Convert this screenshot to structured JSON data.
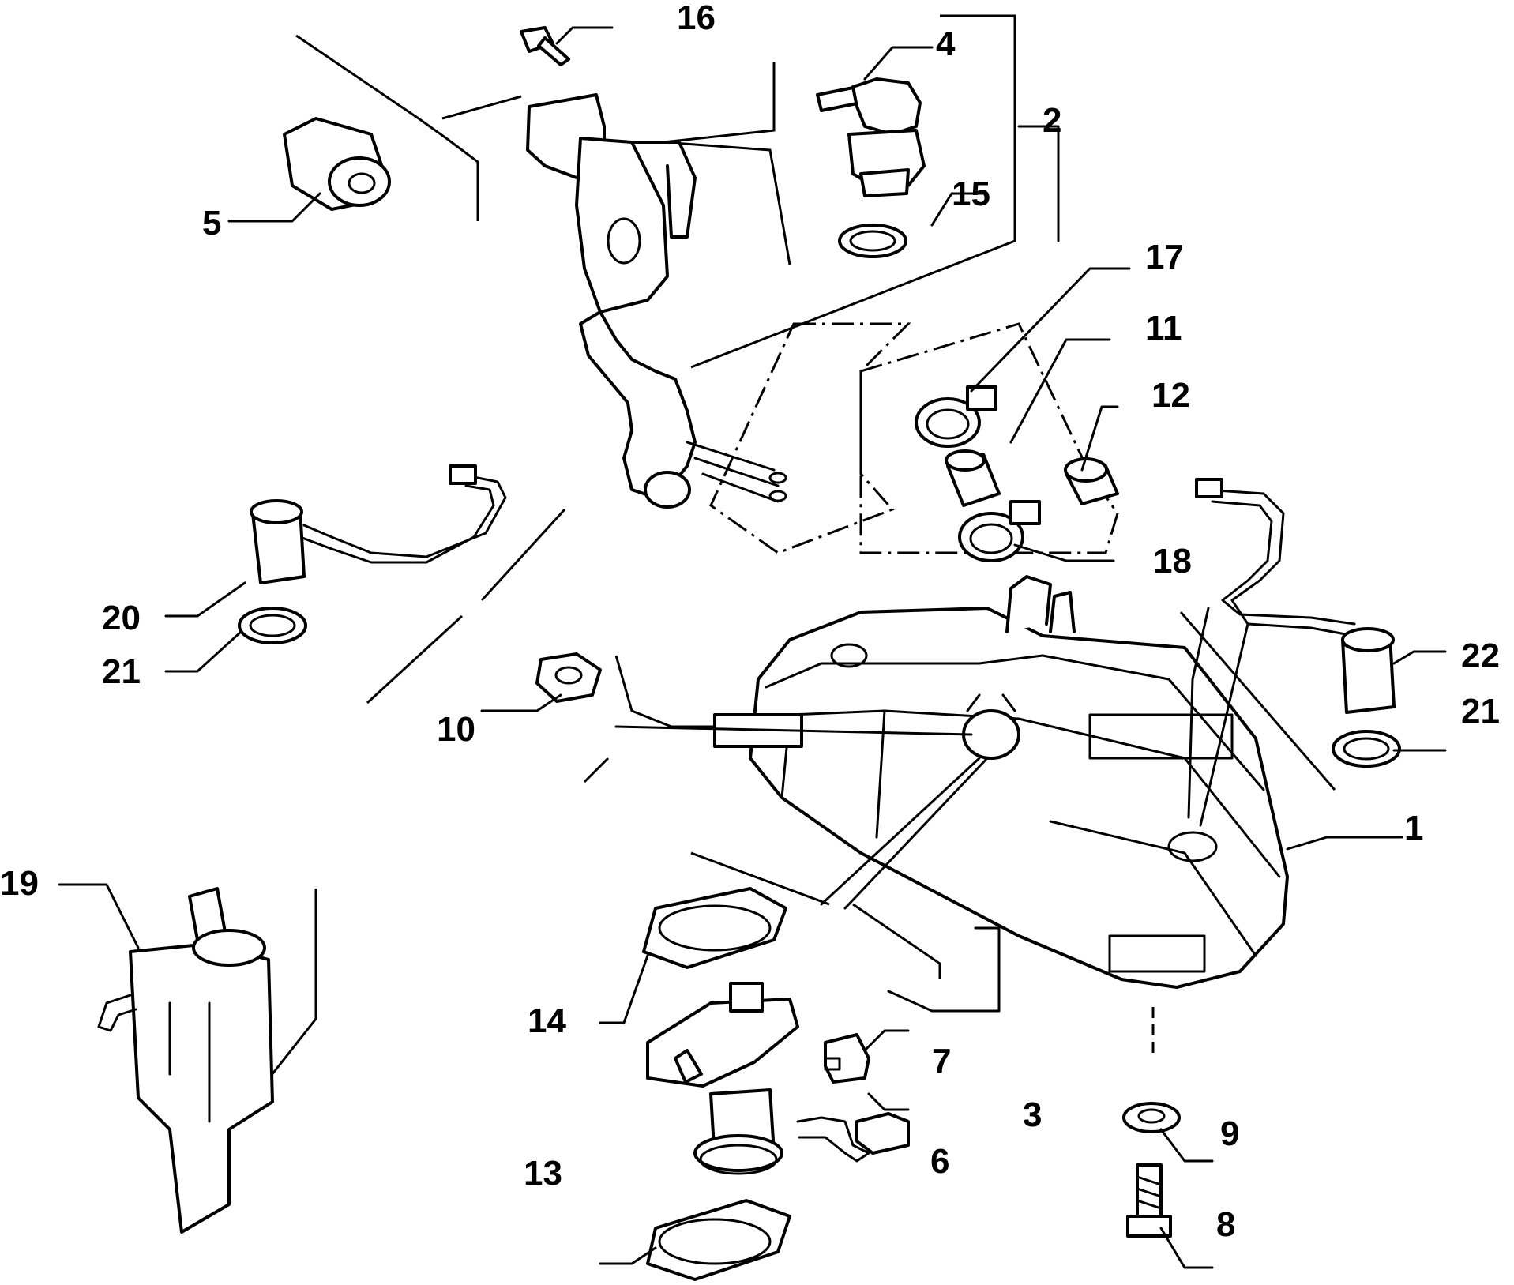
{
  "callouts": {
    "c1": "1",
    "c2": "2",
    "c3": "3",
    "c4": "4",
    "c5": "5",
    "c6": "6",
    "c7": "7",
    "c8": "8",
    "c9": "9",
    "c10": "10",
    "c11": "11",
    "c12": "12",
    "c13": "13",
    "c14": "14",
    "c15": "15",
    "c16": "16",
    "c17": "17",
    "c18": "18",
    "c19": "19",
    "c20": "20",
    "c21a": "21",
    "c21b": "21",
    "c22": "22"
  },
  "colors": {
    "line": "#000000",
    "background": "#ffffff",
    "shade": "#d9d9d9"
  }
}
